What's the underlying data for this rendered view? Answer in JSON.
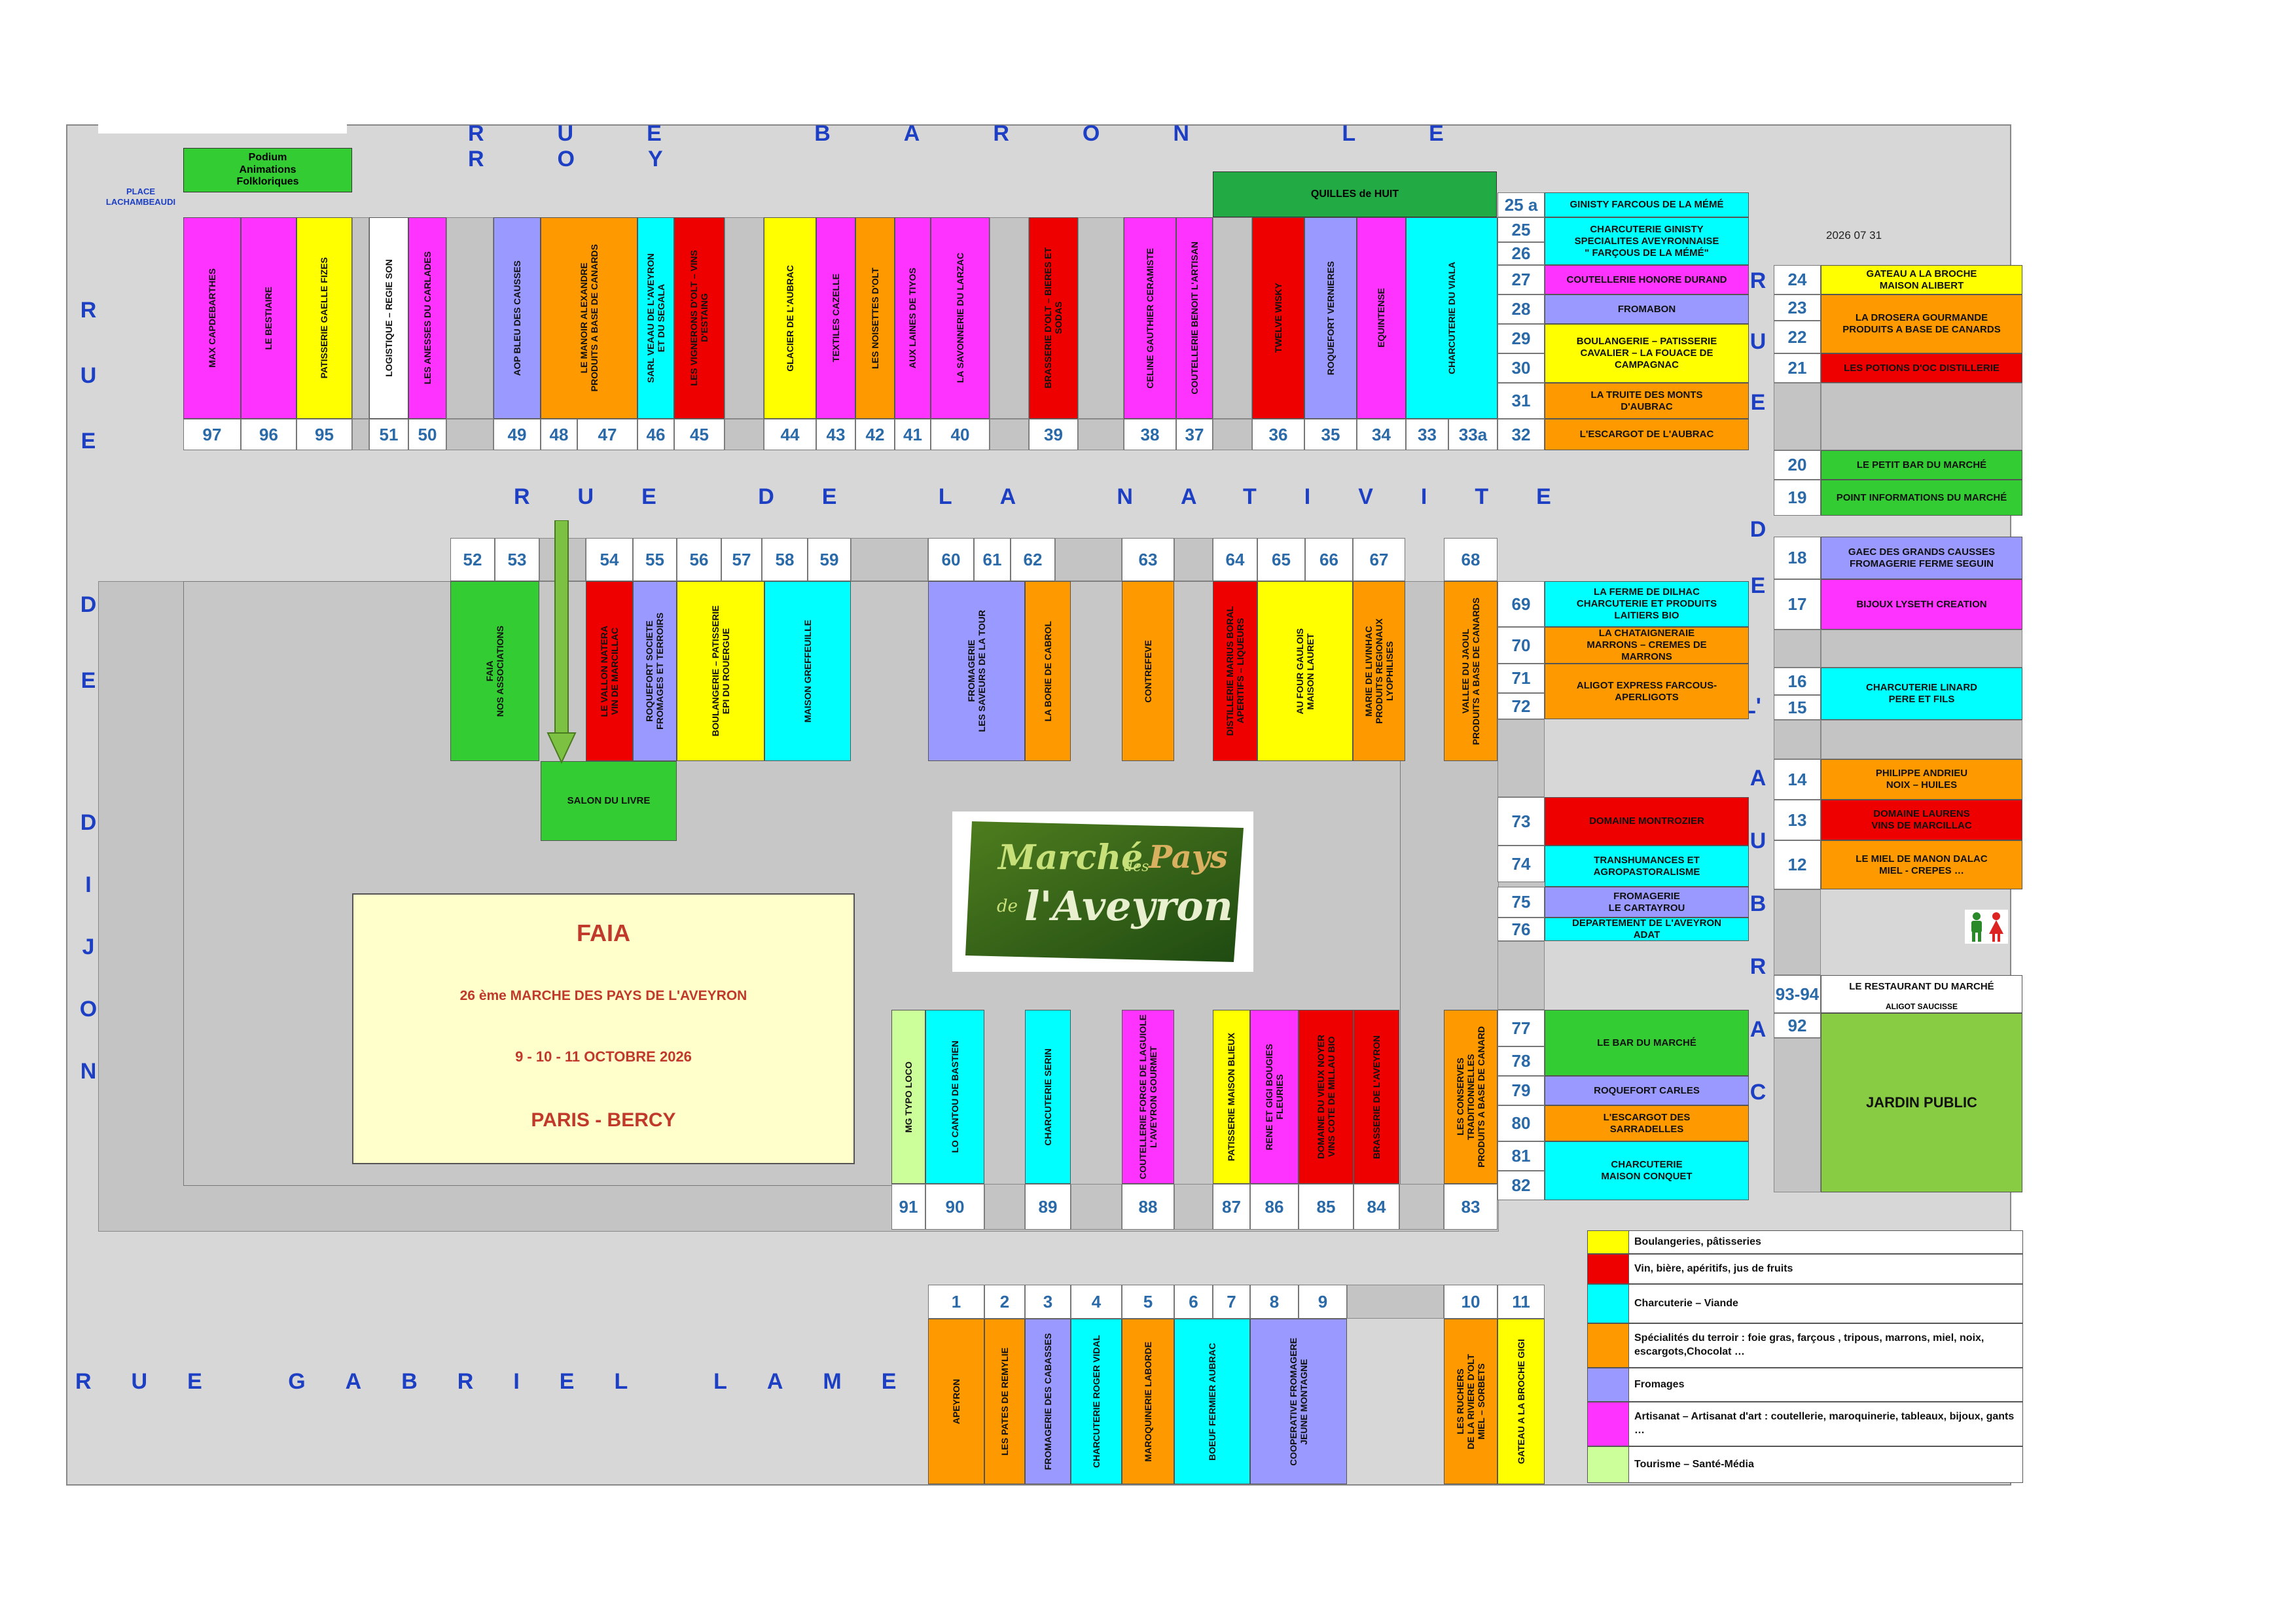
{
  "streets": {
    "top": "RUE BARON LE ROY",
    "nativite": "RUE DE LA NATIVITE",
    "bottom": "RUE GABRIEL LAME",
    "left1": "RUE",
    "left2": "DE",
    "left3": "DIJON",
    "right1": "RUE",
    "right2": "DE",
    "right3": "L'",
    "right4": "AUBRAC"
  },
  "place": "PLACE LACHAMBEAUDI",
  "podium": "Podium\nAnimations\nFolkloriques",
  "quilles": "QUILLES de HUIT",
  "date_code": "2026 07 31",
  "info_box": {
    "title": "FAIA",
    "line1": "26 ème MARCHE DES PAYS DE L'AVEYRON",
    "line2": "9 - 10 - 11 OCTOBRE 2026",
    "line3": "PARIS - BERCY"
  },
  "logo": {
    "l1": "Marché",
    "l2": "des",
    "l3": "Pays",
    "l4": "de",
    "l5": "l'Aveyron"
  },
  "row1_numbers": [
    "97",
    "96",
    "95",
    "51",
    "50",
    "49",
    "48",
    "47",
    "46",
    "45",
    "44",
    "43",
    "42",
    "41",
    "40",
    "39",
    "38",
    "37",
    "36",
    "35",
    "34",
    "33",
    "33a",
    "32"
  ],
  "row1_stalls": [
    "MAX CAPDEBARTHES",
    "LE BESTIAIRE",
    "PATISSERIE GAELLE FIZES",
    "LOGISTIQUE – REGIE SON",
    "LES ANESSES DU CARLADES",
    "AOP BLEU DES CAUSSES",
    "LE MANOIR ALEXANDRE\nPRODUITS A BASE DE CANARDS",
    "SARL VEAAU DE L'AVEYRON\nET DU SEGALA",
    "LES VIGNERONS D'OLT – VINS\nD'ESTAING",
    "GLACIER DE L'AUBRAC",
    "TEXTILES CAZELLE",
    "LES NOISETTES D'OLT",
    "AUX LAINES DE TIYOS",
    "LA SAVONNERIE DU LARZAC",
    "BRASSERIE D'OLT – BIERES ET\nSODAS",
    "CELINE GAUTHIER CERAMISTE",
    "COUTELLERIE BENOIT L'ARTISAN",
    "TWELVE WISKY",
    "ROQUEFORT VERNIERES",
    "EQUINTENSE",
    "CHARCUTERIE DU VIALA"
  ],
  "row2_numbers": [
    "52",
    "53",
    "54",
    "55",
    "56",
    "57",
    "58",
    "59",
    "60",
    "61",
    "62",
    "63",
    "64",
    "65",
    "66",
    "67",
    "68"
  ],
  "row2_stalls": [
    "FAIA\nNOS ASSOCIATIONS",
    "LE VALLON NATERA\nVIN DE MARCILLAC",
    "ROQUEFORT SOCIETE\nFROMAGES ET TERROIRS",
    "BOULANGERIE – PATISSERIE\nEPI DU ROUERGUE",
    "MAISON GREFFEUILLE",
    "FROMAGERIE\nLES SAVEURS DE LA TOUR",
    "LA BORIE DE CABROL",
    "CONTREFEVE",
    "DISTILLERIE MARIUS BORAL\nAPERITIFS – LIQUEURS",
    "AU FOUR GAULOIS\nMAISON LAURET",
    "MARIE DE LIVINHAC\nPRODUITS REGIONAUX\nLYOPHILISES",
    "VALLEE DU JAOUL\nPRODUITS A BASE DE CANARDS"
  ],
  "salon": "SALON DU LIVRE",
  "row3_numbers": [
    "91",
    "90",
    "89",
    "88",
    "87",
    "86",
    "85",
    "84",
    "83"
  ],
  "row3_stalls": [
    "MG TYPO LOCO",
    "LO CANTOU DE BASTIEN",
    "CHARCUTERIE SERIN",
    "COUTELLERIE FORGE DE LAGUIOLE\nL'AVEYRON GOURMET",
    "PATISSERIE MAISON BLIEUX",
    "RENE ET GIGI BOUGIES\nFLEURIES",
    "DOMAINE DU VIEUX NOYER\nVINS COTE DE MILLAU BIO",
    "BRASSERIE DE L'AVEYRON",
    "LES CONSERVES\nTRADITIONNELLES\nPRODUITS A BASE DE CANARD"
  ],
  "row4_numbers": [
    "1",
    "2",
    "3",
    "4",
    "5",
    "6",
    "7",
    "8",
    "9",
    "10",
    "11"
  ],
  "row4_stalls": [
    "APEYRON",
    "LES PATES DE REMYLIE",
    "FROMAGERIE DES CABASSES",
    "CHARCUTERIE ROGER VIDAL",
    "MAROQUINERIE LABORDE",
    "BOEUF FERMIER AUBRAC",
    "COOPERATIVE FROMAGERE\nJEUNE MONTAGNE",
    "LES RUCHERS\nDE LA RIVIERE D'OLT\nMIEL – SORBETS",
    "GATEAU A LA BROCHE GIGI"
  ],
  "col1_numbers": [
    "25 a",
    "25",
    "26",
    "27",
    "28",
    "29",
    "30",
    "31",
    "32"
  ],
  "col1_stalls": [
    "GINISTY FARCOUS DE LA MÉMÉ",
    "CHARCUTERIE GINISTY\nSPECIALITES AVEYRONNAISE\n\" FARÇOUS DE LA MÉMÉ\"",
    "COUTELLERIE HONORE DURAND",
    "FROMABON",
    "BOULANGERIE – PATISSERIE\nCAVALIER – LA FOUACE DE\nCAMPAGNAC",
    "LA TRUITE DES MONTS\nD'AUBRAC",
    "L'ESCARGOT DE L'AUBRAC"
  ],
  "col2_numbers": [
    "69",
    "70",
    "71",
    "72",
    "73",
    "74",
    "75",
    "76",
    "77",
    "78",
    "79",
    "80",
    "81",
    "82"
  ],
  "col2_stalls": [
    "LA FERME DE DILHAC\nCHARCUTERIE ET PRODUITS\nLAITIERS BIO",
    "LA CHATAIGNERAIE\nMARRONS – CREMES DE\nMARRONS",
    "ALIGOT EXPRESS FARCOUS-\nAPERLIGOTS",
    "DOMAINE MONTROZIER",
    "TRANSHUMANCES  ET\nAGROPASTORALISME",
    "FROMAGERIE\nLE CARTAYROU",
    "DEPARTEMENT DE L'AVEYRON\nADAT",
    "LE BAR DU MARCHÉ",
    "ROQUEFORT CARLES",
    "L'ESCARGOT DES\nSARRADELLES",
    "CHARCUTERIE\nMAISON CONQUET"
  ],
  "col3_numbers": [
    "24",
    "23",
    "22",
    "21",
    "20",
    "19",
    "18",
    "17",
    "16",
    "15",
    "14",
    "13",
    "12",
    "93-94",
    "92"
  ],
  "col3_stalls": [
    "GATEAU A LA BROCHE\nMAISON ALIBERT",
    "LA DROSERA GOURMANDE\nPRODUITS A BASE DE CANARDS",
    "LES POTIONS D'OC DISTILLERIE",
    "LE PETIT BAR DU MARCHÉ",
    "POINT INFORMATIONS DU MARCHÉ",
    "GAEC DES GRANDS CAUSSES\nFROMAGERIE FERME SEGUIN",
    "BIJOUX LYSETH CREATION",
    "CHARCUTERIE LINARD\nPERE ET FILS",
    "PHILIPPE ANDRIEU\nNOIX – HUILES",
    "DOMAINE LAURENS\nVINS DE MARCILLAC",
    "LE MIEL DE MANON DALAC\nMIEL - CREPES …",
    "LE RESTAURANT DU MARCHÉ",
    "ALIGOT SAUCISSE",
    "JARDIN PUBLIC"
  ],
  "legend": [
    {
      "label": "Boulangeries, pâtisseries",
      "color": "#ffff00"
    },
    {
      "label": "Vin, bière, apéritifs, jus de fruits",
      "color": "#ee0000"
    },
    {
      "label": "Charcuterie – Viande",
      "color": "#00ffff"
    },
    {
      "label": "Spécialités du terroir : foie gras, farçous , tripous, marrons, miel, noix, escargots,Chocolat …",
      "color": "#ff9900"
    },
    {
      "label": "Fromages",
      "color": "#9999ff"
    },
    {
      "label": "Artisanat – Artisanat d'art : coutellerie, maroquinerie, tableaux, bijoux, gants …",
      "color": "#ff33ff"
    },
    {
      "label": "Tourisme – Santé-Média",
      "color": "#ccff99"
    }
  ],
  "colors": {
    "street": "#1d3fc4",
    "number": "#2b6aa8",
    "aisle": "#d7d7d7",
    "block": "#c4c4c4",
    "info": "#ffffcc",
    "info_text": "#c0392b",
    "green": "#33cc33"
  }
}
